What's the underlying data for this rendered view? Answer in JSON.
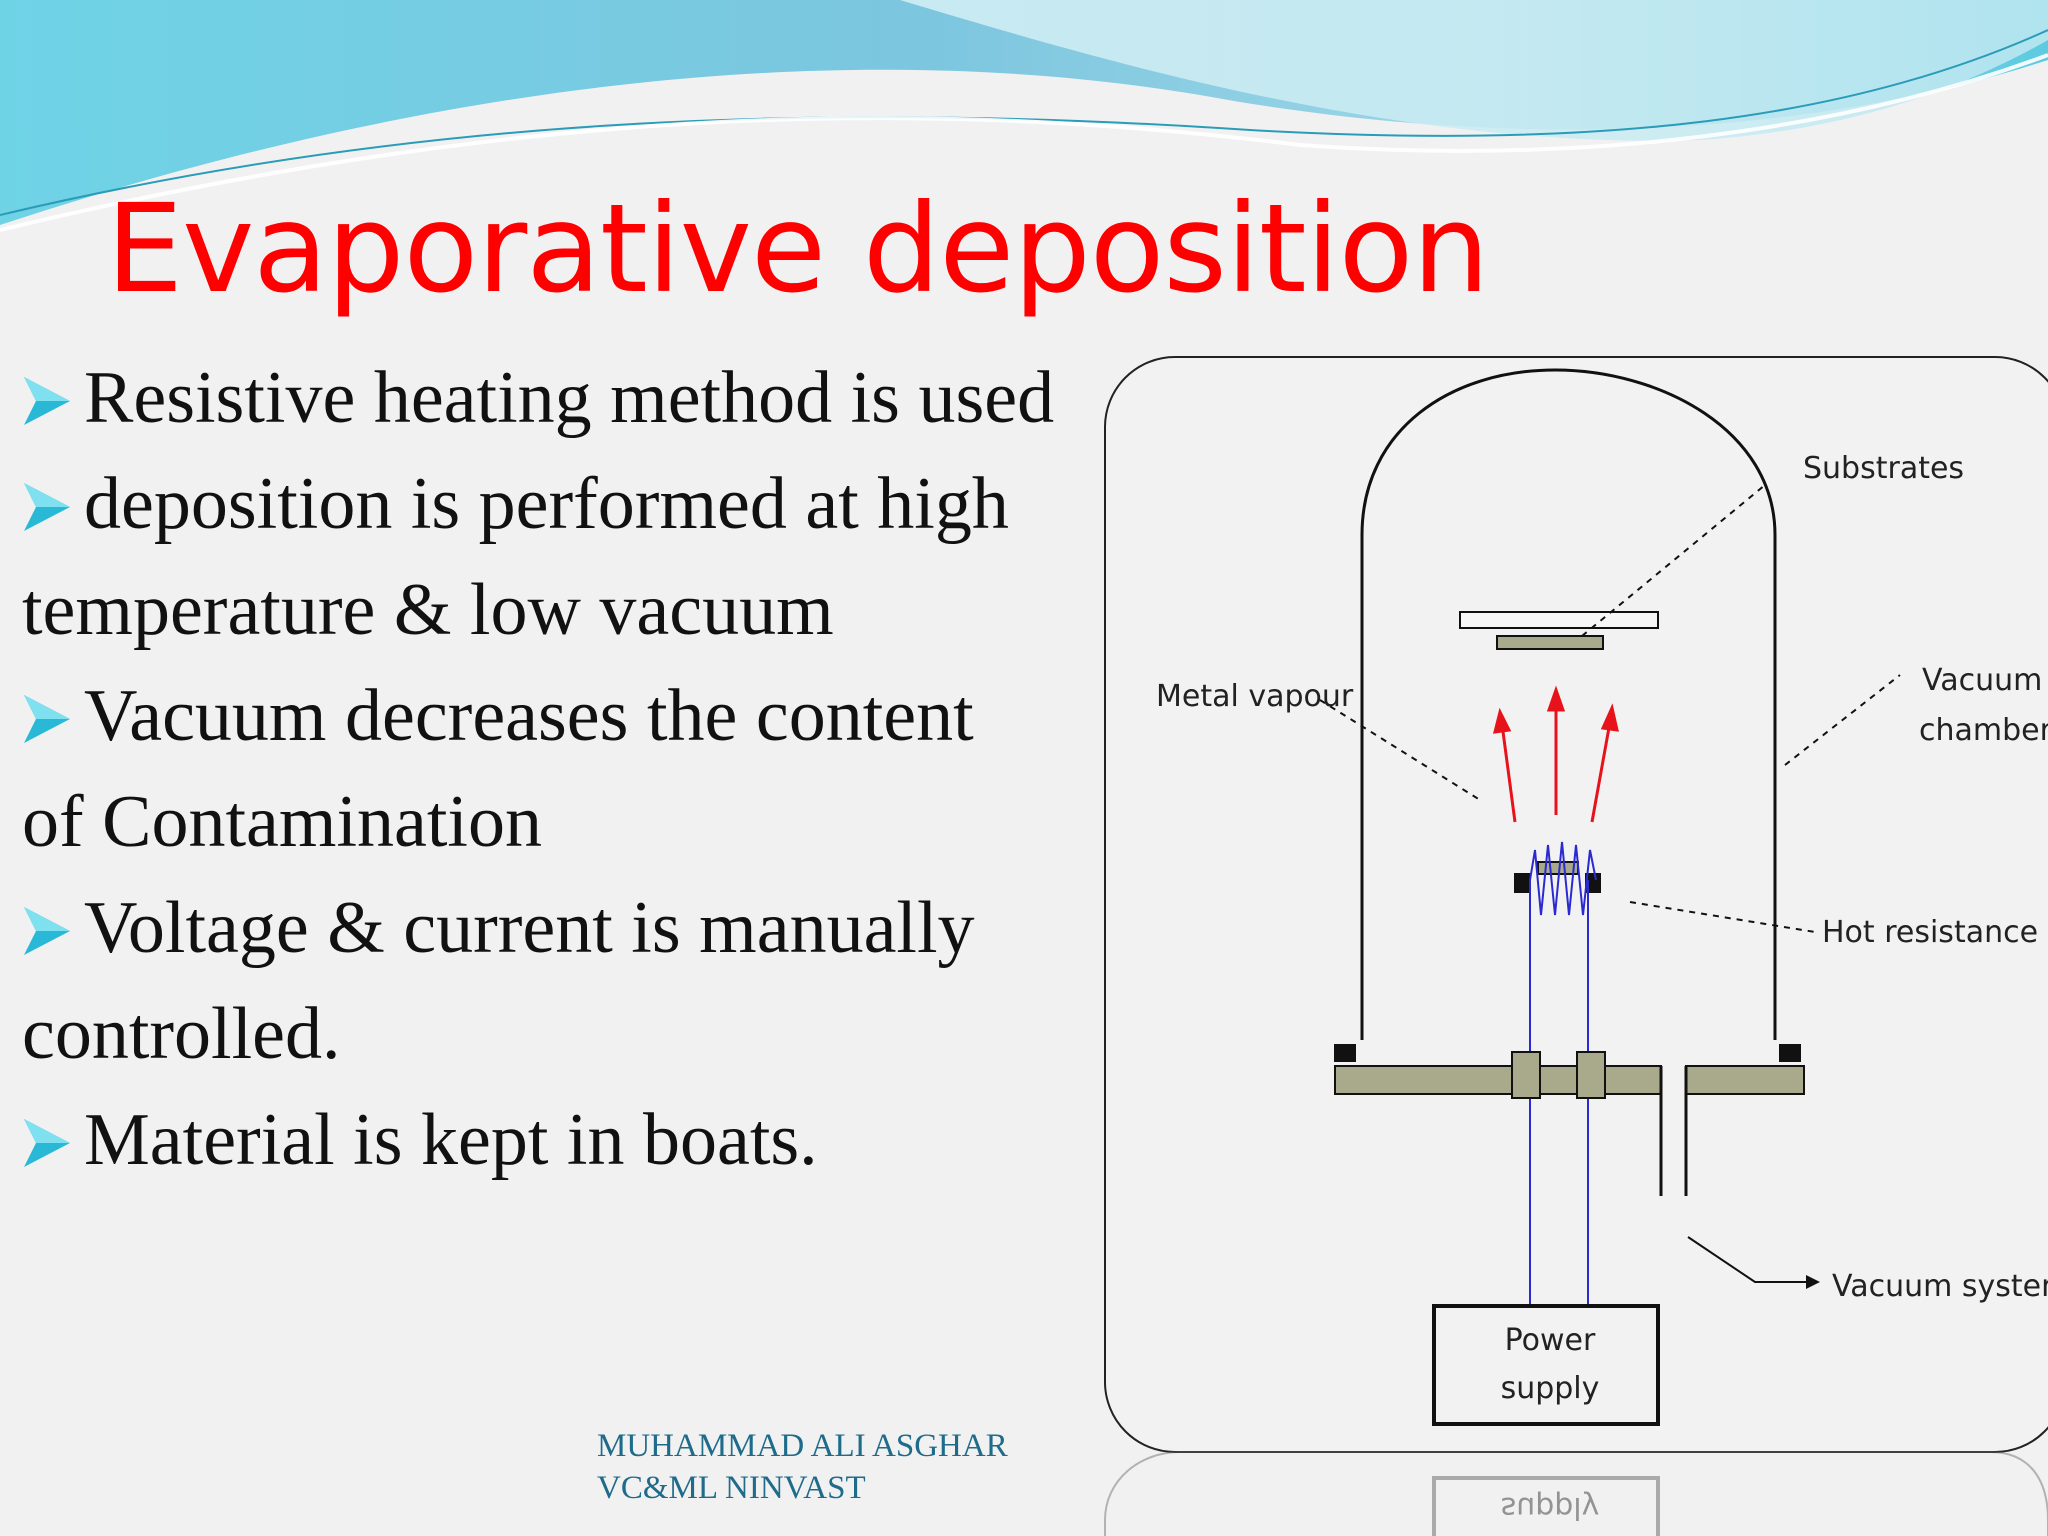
{
  "slide": {
    "title": "Evaporative deposition",
    "bullets": [
      {
        "type": "bullet",
        "text": "Resistive heating method is used"
      },
      {
        "type": "bullet",
        "text": "deposition is performed at high"
      },
      {
        "type": "cont",
        "text": "temperature & low vacuum"
      },
      {
        "type": "bullet",
        "text": "Vacuum decreases the content"
      },
      {
        "type": "cont",
        "text": "of  Contamination"
      },
      {
        "type": "bullet",
        "text": "Voltage & current is manually"
      },
      {
        "type": "cont",
        "text": "controlled."
      },
      {
        "type": "bullet",
        "text": "Material is kept in boats."
      }
    ],
    "footer": {
      "line1": "MUHAMMAD ALI ASGHAR",
      "line2": "VC&ML NINVAST"
    }
  },
  "diagram": {
    "labels": {
      "substrates": "Substrates",
      "metal_vapour": "Metal vapour",
      "vacuum": "Vacuum",
      "chamber": "chamber",
      "hot_resistance": "Hot resistance (W)",
      "vacuum_system": "Vacuum system",
      "power": "Power",
      "supply": "supply",
      "reflection_supply": "supply"
    }
  },
  "colors": {
    "title": "#ff0000",
    "bullet_arrow": "#29b9d6",
    "footer": "#1e6b8a",
    "vapour_arrow": "#e8121b",
    "wire": "#2a2ad0",
    "base_plate": "#a9a98c"
  }
}
